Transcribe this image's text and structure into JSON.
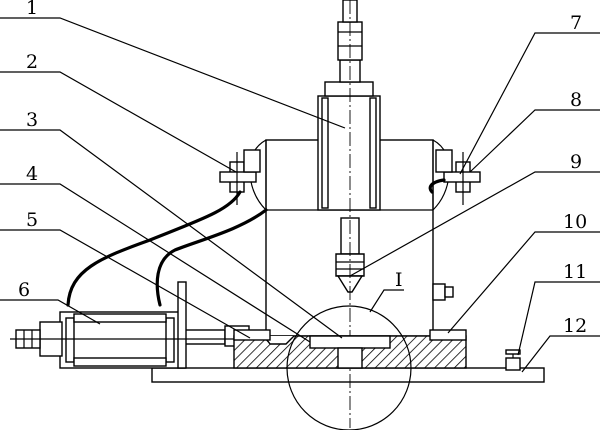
{
  "labels": [
    {
      "text": "1"
    },
    {
      "text": "2"
    },
    {
      "text": "3"
    },
    {
      "text": "4"
    },
    {
      "text": "5"
    },
    {
      "text": "6"
    },
    {
      "text": "7"
    },
    {
      "text": "8"
    },
    {
      "text": "9"
    },
    {
      "text": "10"
    },
    {
      "text": "11"
    },
    {
      "text": "12"
    }
  ],
  "detail_label": "I"
}
